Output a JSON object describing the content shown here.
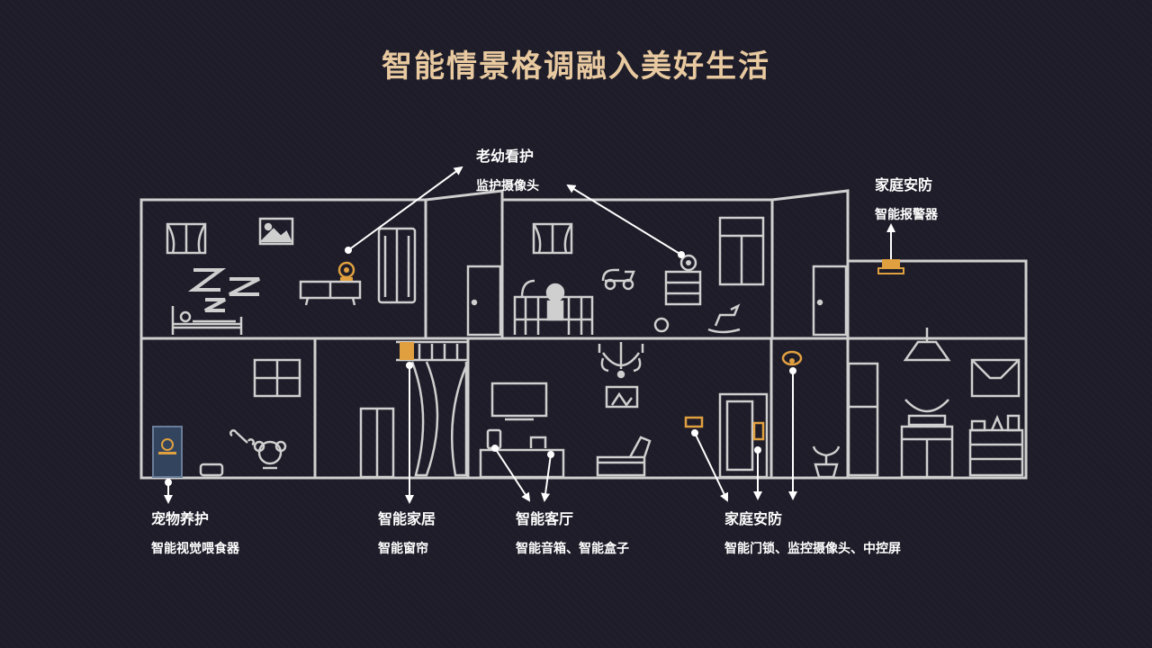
{
  "title": "智能情景格调融入美好生活",
  "labels": {
    "elderly_care": {
      "head": "老幼看护",
      "sub": "监护摄像头"
    },
    "home_security_top": {
      "head": "家庭安防",
      "sub": "智能报警器"
    },
    "pet_care": {
      "head": "宠物养护",
      "sub": "智能视觉喂食器"
    },
    "smart_home": {
      "head": "智能家居",
      "sub": "智能窗帘"
    },
    "smart_living": {
      "head": "智能客厅",
      "sub": "智能音箱、智能盒子"
    },
    "home_security_bottom": {
      "head": "家庭安防",
      "sub": "智能门锁、监控摄像头、中控屏"
    }
  },
  "colors": {
    "background": "#1d1c28",
    "title": "#e8c9a0",
    "line": "#cfcfcf",
    "accent": "#e0a040"
  }
}
